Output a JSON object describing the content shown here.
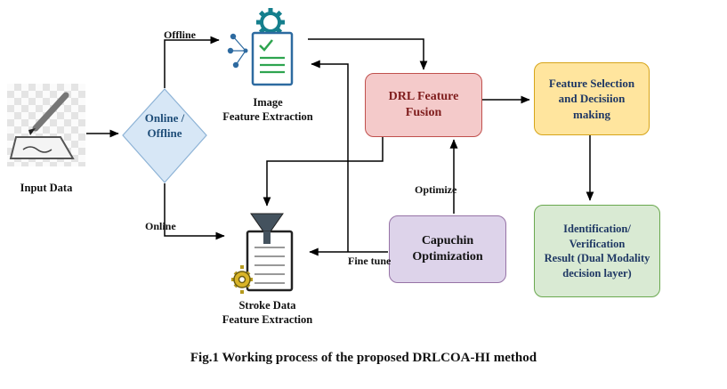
{
  "caption": "Fig.1 Working process of the proposed DRLCOA-HI method",
  "nodes": {
    "input": {
      "label": "Input Data",
      "icon": "stylus-tablet-icon"
    },
    "decision": {
      "lines": [
        "Online /",
        "Offline"
      ]
    },
    "image_extraction": {
      "lines": [
        "Image",
        "Feature Extraction"
      ],
      "icon": "gear-document-network-icon"
    },
    "stroke_extraction": {
      "lines": [
        "Stroke Data",
        "Feature Extraction"
      ],
      "icon": "funnel-document-gear-icon"
    },
    "drl_fusion": {
      "lines": [
        "DRL Feature",
        "Fusion"
      ]
    },
    "feature_selection": {
      "lines": [
        "Feature Selection",
        "and Decisiion",
        "making"
      ]
    },
    "capuchin": {
      "lines": [
        "Capuchin",
        "Optimization"
      ]
    },
    "identification": {
      "lines": [
        "Identification/",
        "Verification",
        "Result (Dual Modality",
        "decision layer)"
      ]
    }
  },
  "edge_labels": {
    "offline": "Offline",
    "online": "Online",
    "optimize": "Optimize",
    "fine_tune": "Fine tune"
  },
  "colors": {
    "decision_fill": "#d7e7f6",
    "decision_border": "#8db3d6",
    "decision_text": "#1f4e79",
    "drl_fill": "#f4caca",
    "drl_border": "#c0504d",
    "drl_text": "#7f1d1d",
    "feature_selection_fill": "#ffe59e",
    "feature_selection_border": "#d6a419",
    "feature_selection_text": "#1f3864",
    "capuchin_fill": "#ddd3ea",
    "capuchin_border": "#9673a6",
    "identification_fill": "#d9ead3",
    "identification_border": "#6aa84f",
    "identification_text": "#1f3864",
    "arrow": "#000000"
  }
}
